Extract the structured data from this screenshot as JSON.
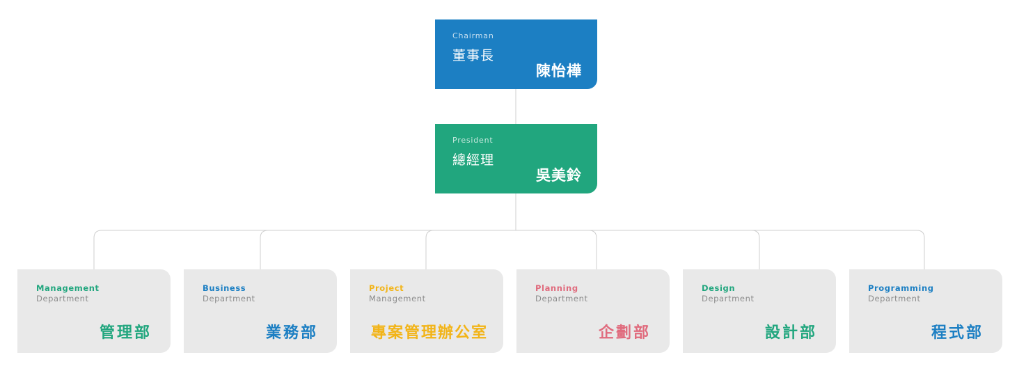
{
  "chairman": {
    "role_en": "Chairman",
    "role_zh": "董事長",
    "name": "陳怡樺",
    "color": "#1c7fc3"
  },
  "president": {
    "role_en": "President",
    "role_zh": "總經理",
    "name": "吳美鈴",
    "color": "#21a67e"
  },
  "departments": [
    {
      "en1": "Management",
      "en2": "Department",
      "zh": "管理部",
      "color": "#21a67e"
    },
    {
      "en1": "Business",
      "en2": "Department",
      "zh": "業務部",
      "color": "#1c7fc3"
    },
    {
      "en1": "Project",
      "en2": "Management",
      "zh": "專案管理辦公室",
      "color": "#f2b418"
    },
    {
      "en1": "Planning",
      "en2": "Department",
      "zh": "企劃部",
      "color": "#e06b7d"
    },
    {
      "en1": "Design",
      "en2": "Department",
      "zh": "設計部",
      "color": "#21a67e"
    },
    {
      "en1": "Programming",
      "en2": "Department",
      "zh": "程式部",
      "color": "#1c7fc3"
    }
  ]
}
